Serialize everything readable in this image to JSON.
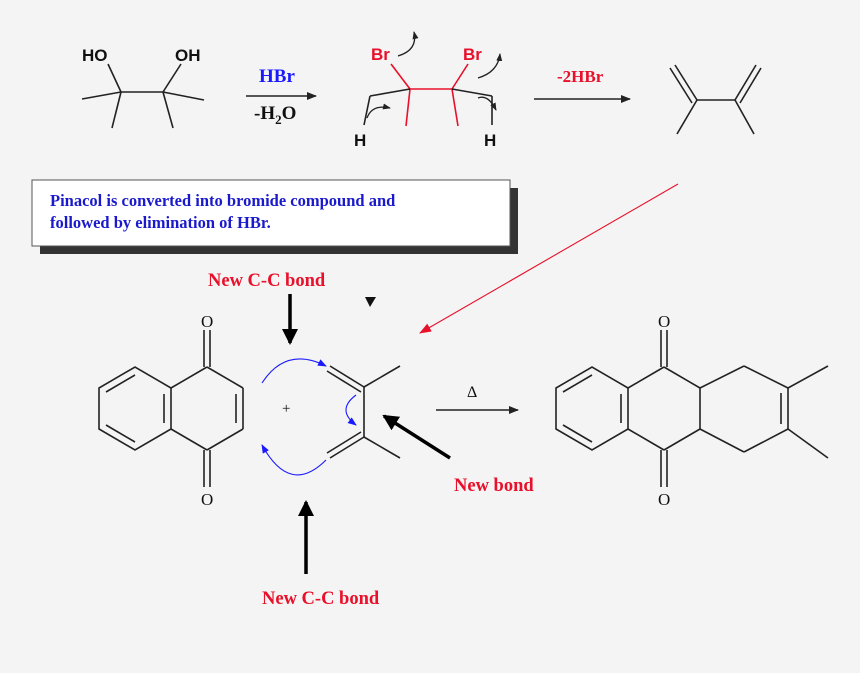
{
  "step1": {
    "reagent": "HBr",
    "condition_prefix": "-H",
    "condition_sub": "2",
    "condition_suffix": "O",
    "atom_ho": "HO",
    "atom_oh": "OH"
  },
  "bromide": {
    "br_left": "Br",
    "br_right": "Br",
    "h_left": "H",
    "h_right": "H"
  },
  "step2": {
    "reagent": "-2HBr"
  },
  "caption": {
    "line1": "Pinacol is converted into bromide compound and",
    "line2": "followed by elimination of HBr."
  },
  "diels_alder": {
    "label_top": "New C-C bond",
    "label_bottom": "New C-C bond",
    "label_right": "New bond",
    "plus": "+",
    "heat": "Δ",
    "oxygen": "O"
  },
  "colors": {
    "bond": "#222222",
    "red": "#e8102a",
    "blue": "#1a1aff",
    "caption_text": "#1a1acc"
  }
}
